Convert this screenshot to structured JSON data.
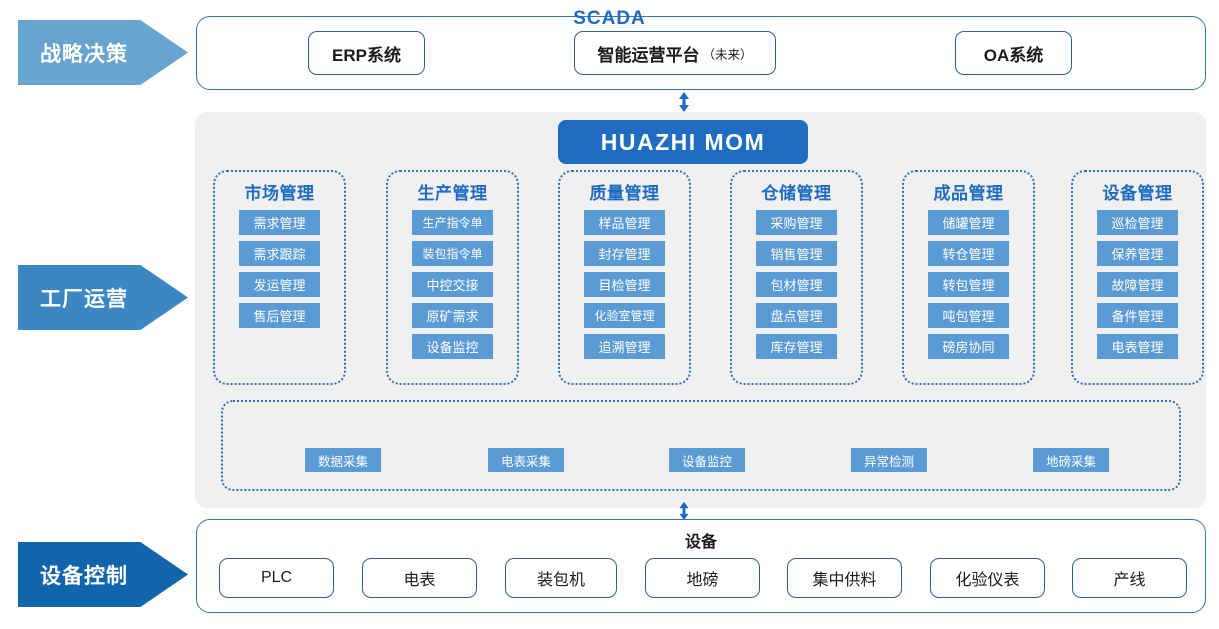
{
  "stages": [
    {
      "label": "战略决策",
      "color": "#68a4d0"
    },
    {
      "label": "工厂运营",
      "color": "#3b87c4"
    },
    {
      "label": "设备控制",
      "color": "#1065ab"
    }
  ],
  "top_band": {
    "systems": [
      {
        "label": "ERP系统",
        "note": ""
      },
      {
        "label": "智能运营平台",
        "note": "（未来）"
      },
      {
        "label": "OA系统",
        "note": ""
      }
    ]
  },
  "platform": {
    "banner": "HUAZHI   MOM",
    "banner_color": "#1f6cc0"
  },
  "modules": [
    {
      "title": "市场管理",
      "items": [
        "需求管理",
        "需求跟踪",
        "发运管理",
        "售后管理"
      ]
    },
    {
      "title": "生产管理",
      "items": [
        "生产指令单",
        "装包指令单",
        "中控交接",
        "原矿需求",
        "设备监控"
      ]
    },
    {
      "title": "质量管理",
      "items": [
        "样品管理",
        "封存管理",
        "目检管理",
        "化验室管理",
        "追溯管理"
      ]
    },
    {
      "title": "仓储管理",
      "items": [
        "采购管理",
        "销售管理",
        "包材管理",
        "盘点管理",
        "库存管理"
      ]
    },
    {
      "title": "成品管理",
      "items": [
        "储罐管理",
        "转仓管理",
        "转包管理",
        "吨包管理",
        "磅房协同"
      ]
    },
    {
      "title": "设备管理",
      "items": [
        "巡检管理",
        "保养管理",
        "故障管理",
        "备件管理",
        "电表管理"
      ]
    }
  ],
  "scada": {
    "title": "SCADA",
    "items": [
      "数据采集",
      "电表采集",
      "设备监控",
      "异常检测",
      "地磅采集"
    ]
  },
  "device_layer": {
    "title": "设备",
    "items": [
      "PLC",
      "电表",
      "装包机",
      "地磅",
      "集中供料",
      "化验仪表",
      "产线"
    ]
  },
  "colors": {
    "chip": "#5b9bd5",
    "title_blue": "#1f6cc0",
    "outline_blue": "#2f5f9e",
    "panel_gray": "#f0f0f0",
    "arrow": "#1f6cc0"
  }
}
